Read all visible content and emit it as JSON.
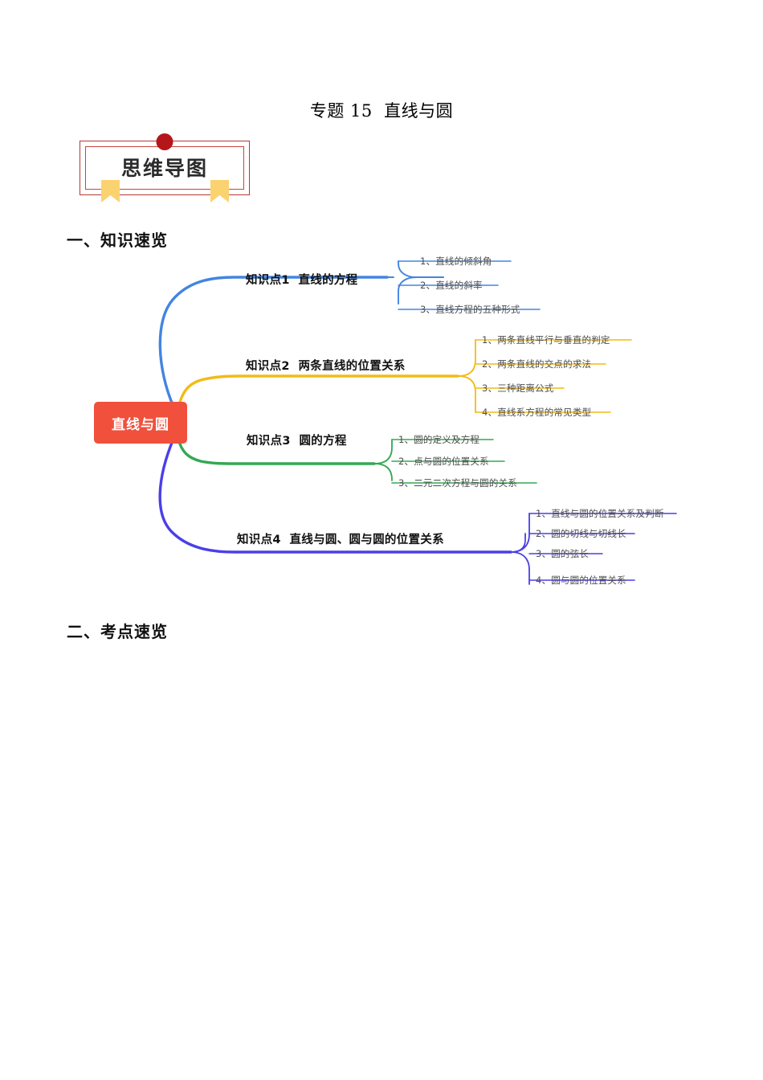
{
  "document": {
    "title": "专题 15  直线与圆"
  },
  "badge": {
    "label": "思维导图",
    "dot_color": "#B5161A",
    "border_color": "#C8453C",
    "ribbon_color": "#FBD270"
  },
  "sections": [
    {
      "id": "knowledge-overview",
      "label": "一、知识速览"
    },
    {
      "id": "exam-points-overview",
      "label": "二、考点速览"
    }
  ],
  "mindmap": {
    "root": {
      "label": "直线与圆",
      "color": "#F0503C",
      "text_color": "#FFFFFF"
    },
    "branches": [
      {
        "id": "branch-1",
        "color": "#4285E0",
        "title": "知识点1  直线的方程",
        "items": [
          "1、直线的倾斜角",
          "2、直线的斜率",
          "3、直线方程的五种形式"
        ]
      },
      {
        "id": "branch-2",
        "color": "#F2BB17",
        "title": "知识点2  两条直线的位置关系",
        "items": [
          "1、两条直线平行与垂直的判定",
          "2、两条直线的交点的求法",
          "3、三种距离公式",
          "4、直线系方程的常见类型"
        ]
      },
      {
        "id": "branch-3",
        "color": "#34A853",
        "title": "知识点3  圆的方程",
        "items": [
          "1、圆的定义及方程",
          "2、点与圆的位置关系",
          "3、二元二次方程与圆的关系"
        ]
      },
      {
        "id": "branch-4",
        "color": "#4A3FE8",
        "title": "知识点4  直线与圆、圆与圆的位置关系",
        "items": [
          "1、直线与圆的位置关系及判断",
          "2、圆的切线与切线长",
          "3、圆的弦长",
          "4、圆与圆的位置关系"
        ]
      }
    ]
  }
}
